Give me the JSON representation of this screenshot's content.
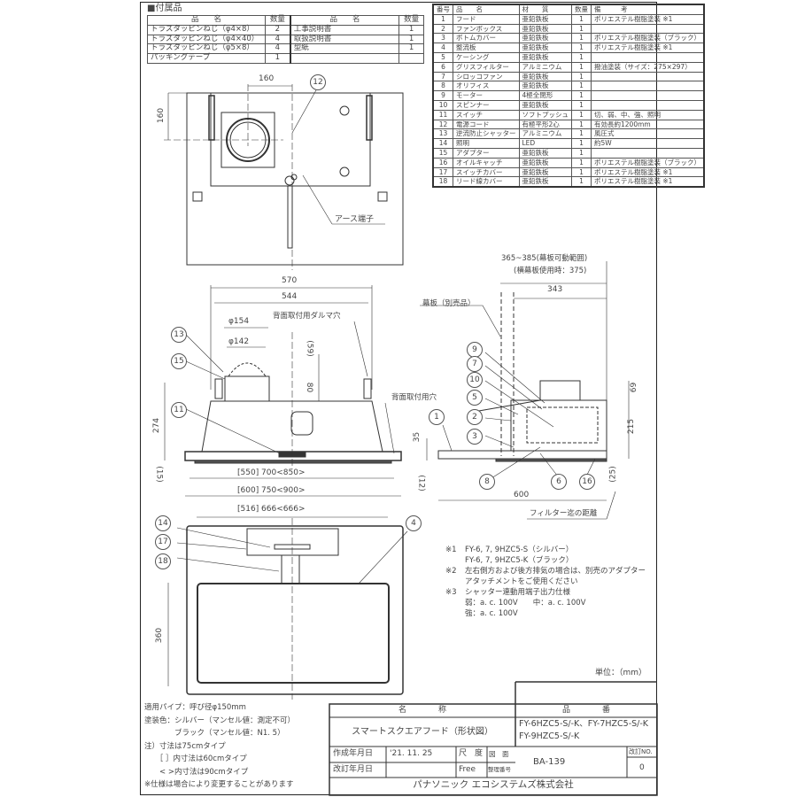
{
  "accessories": {
    "title": "■付属品",
    "headers": [
      "品　　名",
      "数量",
      "品　　名",
      "数量"
    ],
    "rows": [
      [
        "トラスタッピンねじ（φ4×8）",
        "2",
        "工事説明書",
        "1"
      ],
      [
        "トラスタッピンねじ（φ4×40）",
        "4",
        "取扱説明書",
        "1"
      ],
      [
        "トラスタッピンねじ（φ5×8）",
        "4",
        "型紙",
        "1"
      ],
      [
        "パッキングテープ",
        "1",
        "",
        ""
      ]
    ]
  },
  "parts": {
    "headers": [
      "番号",
      "品　　名",
      "材　　質",
      "数量",
      "備　　　考"
    ],
    "rows": [
      [
        "1",
        "フード",
        "亜鉛鉄板",
        "1",
        "ポリエステル樹脂塗装 ※1"
      ],
      [
        "2",
        "ファンボックス",
        "亜鉛鉄板",
        "1",
        ""
      ],
      [
        "3",
        "ボトムカバー",
        "亜鉛鉄板",
        "1",
        "ポリエステル樹脂塗装（ブラック）"
      ],
      [
        "4",
        "整流板",
        "亜鉛鉄板",
        "1",
        "ポリエステル樹脂塗装 ※1"
      ],
      [
        "5",
        "ケーシング",
        "亜鉛鉄板",
        "1",
        ""
      ],
      [
        "6",
        "グリスフィルター",
        "アルミニウム",
        "1",
        "撥油塗装（サイズ：275×297）"
      ],
      [
        "7",
        "シロッコファン",
        "亜鉛鉄板",
        "1",
        ""
      ],
      [
        "8",
        "オリフィス",
        "亜鉛鉄板",
        "1",
        ""
      ],
      [
        "9",
        "モーター",
        "4極全閉形",
        "1",
        ""
      ],
      [
        "10",
        "スピンナー",
        "亜鉛鉄板",
        "1",
        ""
      ],
      [
        "11",
        "スイッチ",
        "ソフトプッシュ",
        "1",
        "切、弱、中、強、照明"
      ],
      [
        "12",
        "電源コード",
        "有極平形2心",
        "1",
        "有効長約1200mm"
      ],
      [
        "13",
        "逆流防止シャッター",
        "アルミニウム",
        "1",
        "風圧式"
      ],
      [
        "14",
        "照明",
        "LED",
        "1",
        "約5W"
      ],
      [
        "15",
        "アダプター",
        "亜鉛鉄板",
        "1",
        ""
      ],
      [
        "16",
        "オイルキャッチ",
        "亜鉛鉄板",
        "1",
        "ポリエステル樹脂塗装（ブラック）"
      ],
      [
        "17",
        "スイッチカバー",
        "亜鉛鉄板",
        "1",
        "ポリエステル樹脂塗装 ※1"
      ],
      [
        "18",
        "リード線カバー",
        "亜鉛鉄板",
        "1",
        "ポリエステル樹脂塗装 ※1"
      ]
    ]
  },
  "top_view": {
    "dim_h": "160",
    "dim_v": "160",
    "balloon": "12",
    "label_earth": "アース端子"
  },
  "front_view": {
    "dim_570": "570",
    "dim_544": "544",
    "dim_d154": "φ154",
    "dim_d142": "φ142",
    "dim_59": "(59)",
    "dim_80": "80",
    "dim_274": "274",
    "dim_15": "(15)",
    "dim_w1": "[550] 700<850>",
    "dim_w2": "[600] 750<900>",
    "label_daruma": "背面取付用ダルマ穴",
    "label_back_hole": "背面取付用穴",
    "balloons": [
      "13",
      "15",
      "11"
    ]
  },
  "side_view": {
    "dim_range": "365~385(幕板可動範囲)",
    "dim_range2": "(横幕板使用時：375)",
    "dim_343": "343",
    "label_makuita": "幕板（別売品）",
    "dim_69": "69",
    "dim_215": "215",
    "dim_35": "35",
    "dim_12": "(12)",
    "dim_25": "(25)",
    "dim_600": "600",
    "label_filter": "フィルター迄の距離",
    "balloons": [
      "9",
      "7",
      "10",
      "5",
      "2",
      "1",
      "3",
      "8",
      "6",
      "16"
    ]
  },
  "bottom_view": {
    "dim_w": "[516] 666<666>",
    "dim_360": "360",
    "balloons": [
      "14",
      "17",
      "18",
      "4"
    ]
  },
  "notes_right": [
    [
      "※1",
      "FY-6, 7, 9HZC5-S（シルバー）"
    ],
    [
      "",
      "FY-6, 7, 9HZC5-K（ブラック）"
    ],
    [
      "※2",
      "左右側方および後方排気の場合は、別売のアダプター"
    ],
    [
      "",
      "アタッチメントをご使用ください"
    ],
    [
      "※3",
      "シャッター連動用端子出力仕様"
    ],
    [
      "",
      "弱：a. c. 100V　　中：a. c. 100V"
    ],
    [
      "",
      "強：a. c. 100V"
    ]
  ],
  "unit": "単位：（mm）",
  "notes_left": [
    "適用パイプ：呼び径φ150mm",
    "塗装色：シルバー（マンセル値：測定不可）",
    "　　　　ブラック（マンセル値：N1. 5）",
    "注）寸法は75cmタイプ",
    "　　［ ］内寸法は60cmタイプ",
    "　　< >内寸法は90cmタイプ",
    "※仕様は場合により変更することがあります"
  ],
  "title_block": {
    "name_header": "名　　　　称",
    "name": "スマートスクエアフード（形状図）",
    "part_header": "品　　　　番",
    "part_line1": "FY-6HZC5-S/-K、FY-7HZC5-S/-K",
    "part_line2": "FY-9HZC5-S/-K",
    "created_label": "作成年月日",
    "created_value": "'21. 11. 25",
    "revised_label": "改訂年月日",
    "revised_value": "",
    "scale_label": "尺　度",
    "scale_value": "Free",
    "drawing_label": "図　面",
    "drawing_label2": "整理番号",
    "drawing_no": "BA-139",
    "rev_label": "改訂NO.",
    "rev_value": "0",
    "company": "パナソニック エコシステムズ株式会社"
  }
}
